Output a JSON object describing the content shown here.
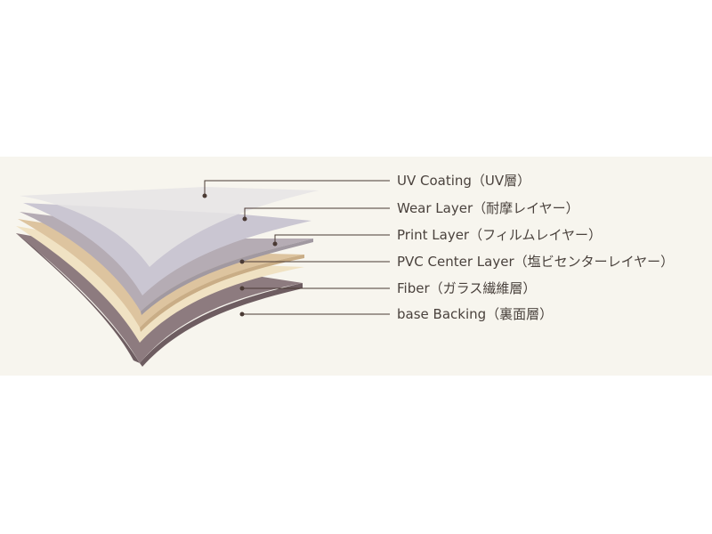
{
  "layers": [
    {
      "label": "UV Coating（UV層）",
      "color": "#e6e4e5"
    },
    {
      "label": "Wear Layer（耐摩レイヤー）",
      "color": "#cac6d2"
    },
    {
      "label": "Print Layer（フィルムレイヤー）",
      "color": "#b5acb4"
    },
    {
      "label": "PVC Center Layer（塩ビセンターレイヤー）",
      "color": "#ddc49f"
    },
    {
      "label": "Fiber（ガラス繊維層）",
      "color": "#f0e2c3"
    },
    {
      "label": "base Backing（裏面層）",
      "color": "#8d7b7f"
    }
  ],
  "colors": {
    "band_background": "#f7f5ee",
    "leader_line": "#4a3a34",
    "label_text": "#4a423d"
  }
}
